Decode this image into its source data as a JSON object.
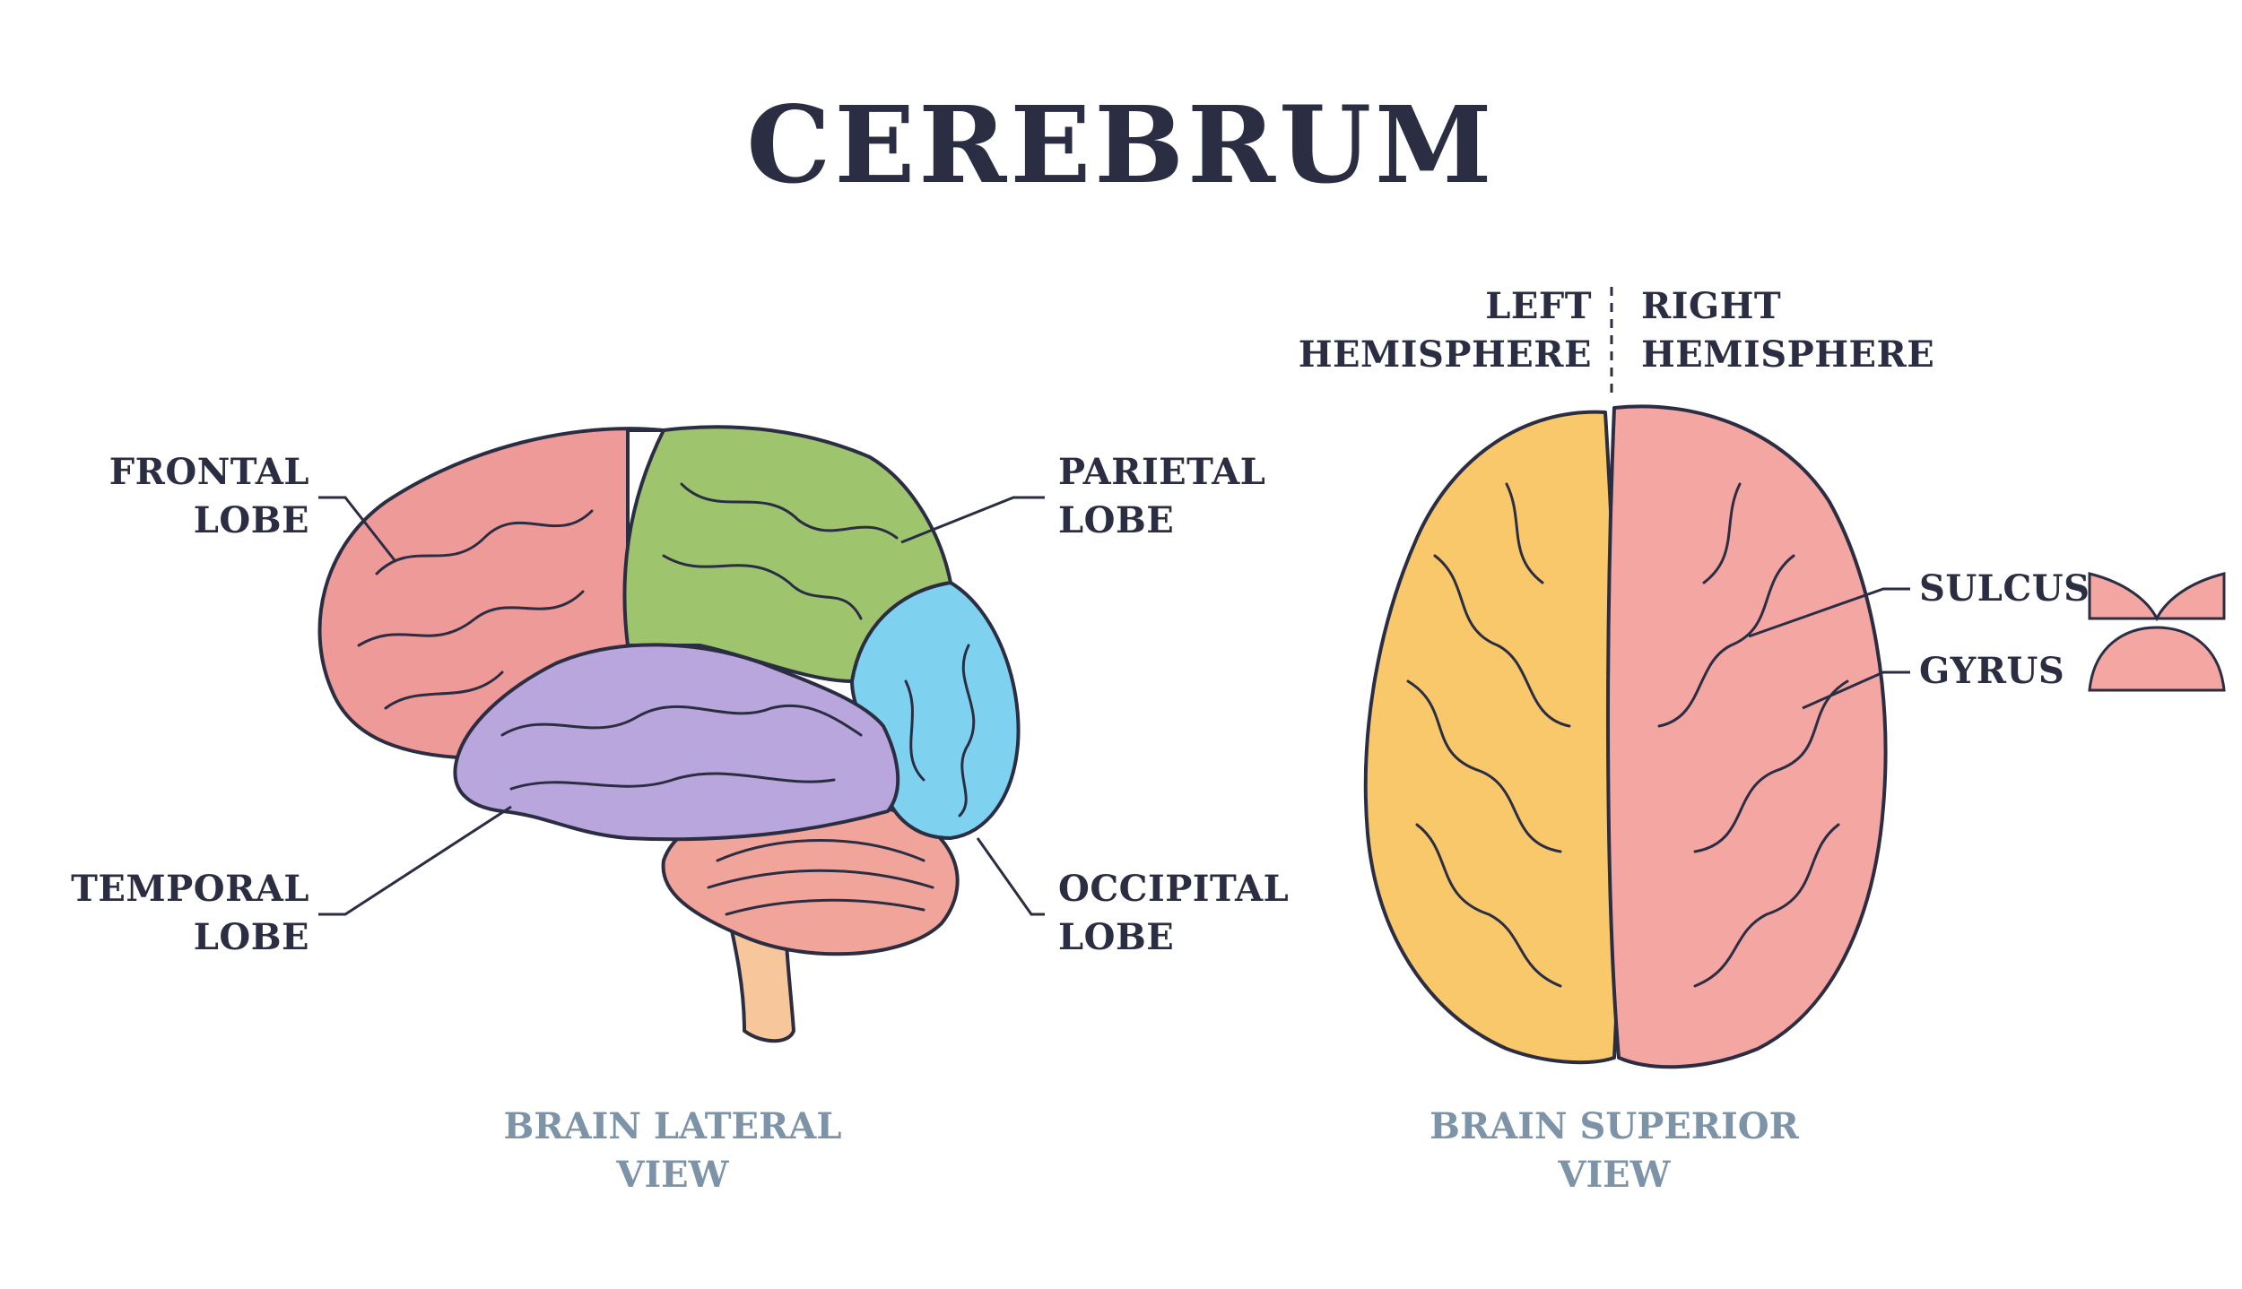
{
  "title": "CEREBRUM",
  "lateral": {
    "frontal": [
      "FRONTAL",
      "LOBE"
    ],
    "parietal": [
      "PARIETAL",
      "LOBE"
    ],
    "temporal": [
      "TEMPORAL",
      "LOBE"
    ],
    "occipital": [
      "OCCIPITAL",
      "LOBE"
    ],
    "caption": [
      "BRAIN LATERAL",
      "VIEW"
    ]
  },
  "superior": {
    "left": [
      "LEFT",
      "HEMISPHERE"
    ],
    "right": [
      "RIGHT",
      "HEMISPHERE"
    ],
    "sulcus": "SULCUS",
    "gyrus": "GYRUS",
    "caption": [
      "BRAIN SUPERIOR",
      "VIEW"
    ]
  },
  "colors": {
    "text": "#2b2d42",
    "caption": "#7c93a8",
    "frontal": "#ee9a98",
    "parietal": "#9fc46e",
    "temporal": "#b8a6dc",
    "occipital": "#7fd1f0",
    "cerebellum": "#f0a49a",
    "stem": "#f7c69a",
    "left_hemisphere": "#f9c86a",
    "right_hemisphere": "#f3a6a2"
  }
}
